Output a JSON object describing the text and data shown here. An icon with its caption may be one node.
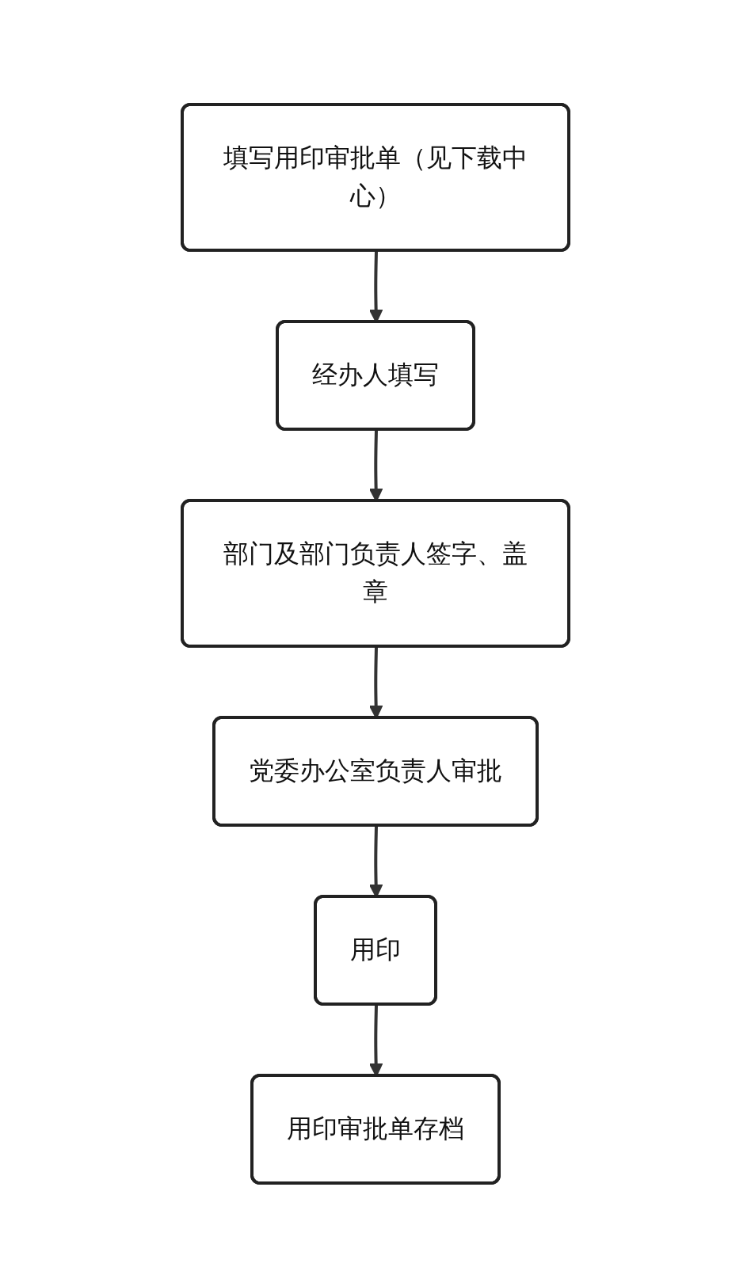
{
  "diagram": {
    "nodes": [
      {
        "text": [
          "填写用印审批单（见下载中心）"
        ]
      },
      {
        "text": [
          "经办人填写"
        ]
      },
      {
        "text": [
          "部门及部门负责人签字、盖章"
        ]
      },
      {
        "text": [
          "党委办公室负责人审批"
        ]
      },
      {
        "text": [
          "用印"
        ]
      },
      {
        "text": [
          "用印审批单存档"
        ]
      }
    ],
    "edges": [
      {
        "from": 0,
        "to": 1,
        "arrow": "to"
      },
      {
        "from": 1,
        "to": 2,
        "arrow": "to"
      },
      {
        "from": 2,
        "to": 3,
        "arrow": "to"
      },
      {
        "from": 3,
        "to": 4,
        "arrow": "to"
      },
      {
        "from": 4,
        "to": 5,
        "arrow": "to"
      }
    ]
  }
}
